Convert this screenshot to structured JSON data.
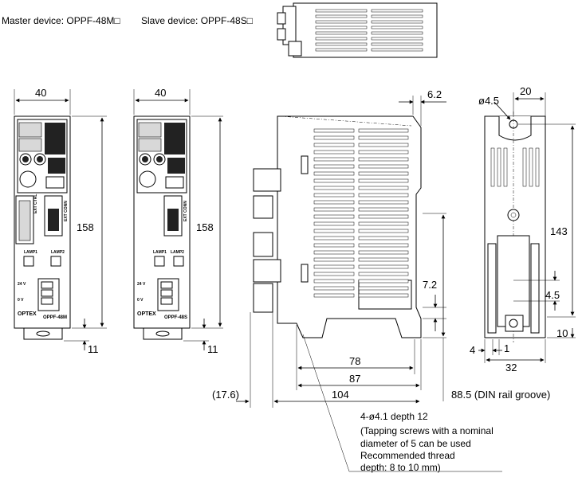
{
  "labels": {
    "master": "Master device: OPPF-48M□",
    "slave": "Slave device: OPPF-48S□",
    "master_model": "OPPF-48M",
    "slave_model": "OPPF-48S",
    "brand": "OPTEX",
    "ext_ctrl": "EXT CTRL",
    "ext_conn": "EXT CONN",
    "lamp1": "LAMP1",
    "lamp2": "LAMP2",
    "v24": "24 V",
    "v0": "0 V"
  },
  "dimensions": {
    "front_width": "40",
    "front_height": "158",
    "front_bottom": "11",
    "side_top": "6.2",
    "side_small": "7.2",
    "side_78": "78",
    "side_87": "87",
    "side_104": "104",
    "side_left": "(17.6)",
    "din_groove": "88.5 (DIN rail groove)",
    "rear_hole": "ø4.5",
    "rear_top": "20",
    "rear_height": "143",
    "rear_mid": "4.5",
    "rear_bottom": "10",
    "rear_left": "4",
    "rear_one": "1",
    "rear_width": "32"
  },
  "note": {
    "line1": "4-ø4.1 depth 12",
    "line2": "(Tapping screws with a nominal",
    "line3": "diameter of 5 can be used",
    "line4": "Recommended thread",
    "line5": "depth: 8 to 10 mm)"
  }
}
